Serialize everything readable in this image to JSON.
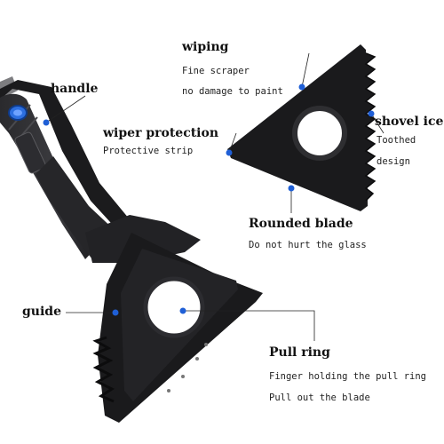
{
  "labels": {
    "wiping": {
      "title": "wiping",
      "lines": [
        "Fine scraper",
        "no damage to paint"
      ]
    },
    "handle": {
      "title": "handle"
    },
    "wiper_protection": {
      "title": "wiper protection",
      "lines": [
        "Protective strip"
      ]
    },
    "shovel_ice": {
      "title": "shovel ice",
      "lines": [
        "Toothed",
        "design"
      ]
    },
    "rounded_blade": {
      "title": "Rounded blade",
      "lines": [
        "Do not hurt the glass"
      ]
    },
    "guide": {
      "title": "guide"
    },
    "pull_ring": {
      "title": "Pull ring",
      "lines": [
        "Finger holding the pull ring",
        "Pull out the blade"
      ]
    }
  },
  "colors": {
    "accent": "#1f5fd6",
    "tool": "#1d1d1f",
    "tool_dark": "#0c0c0d",
    "background": "#ffffff"
  },
  "icons": {
    "handle_button": "blue-oval-button-icon",
    "pointer_dot": "blue-dot-icon"
  }
}
